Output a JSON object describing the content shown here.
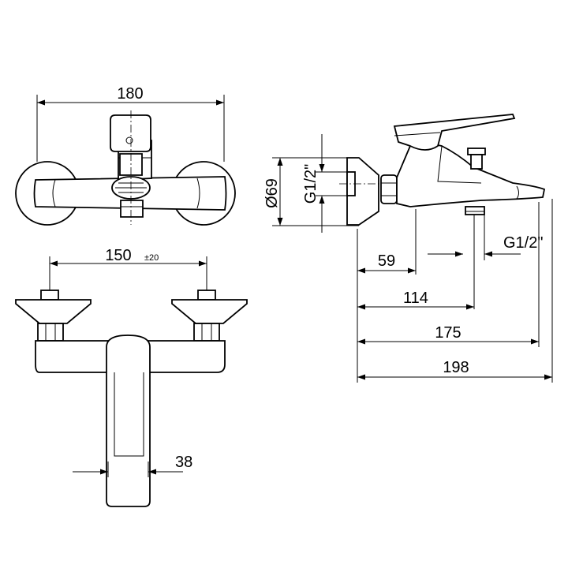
{
  "dimensions": {
    "width_total": "180",
    "center_distance": "150",
    "center_distance_tolerance": "±20",
    "escutcheon_diameter": "Ø69",
    "inlet_thread": "G1/2\"",
    "outlet_thread": "G1/2\"",
    "lever_width": "38",
    "depth_lever": "59",
    "depth_outlet": "114",
    "depth_spout": "175",
    "depth_total": "198"
  }
}
